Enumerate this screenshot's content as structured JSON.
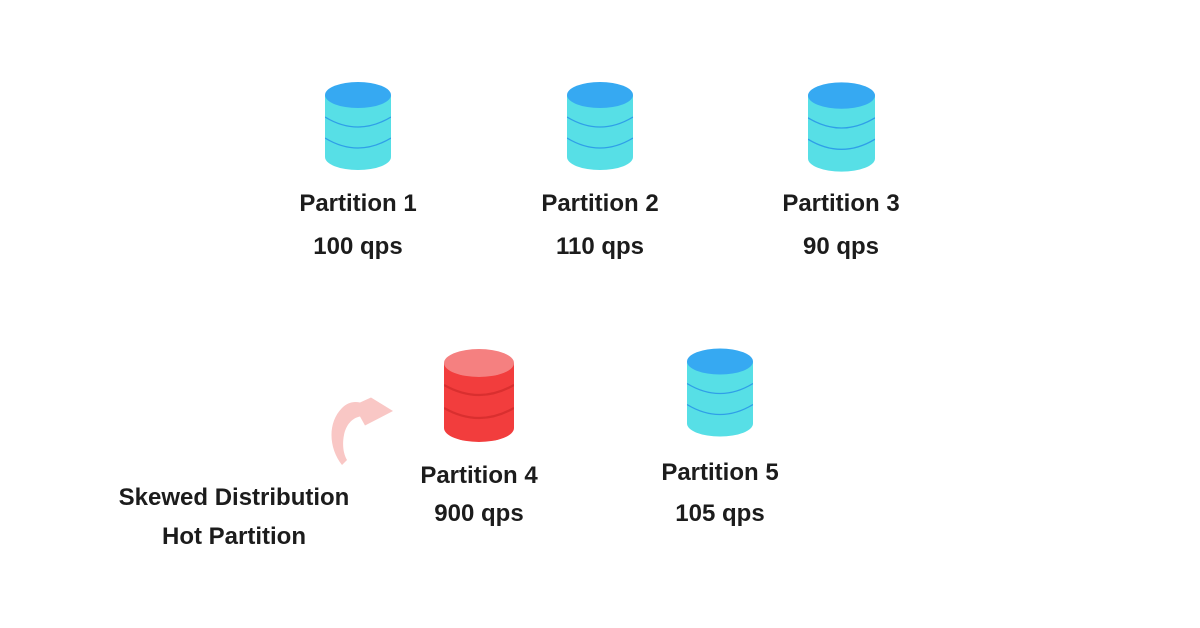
{
  "background": "#ffffff",
  "colors": {
    "partition_normal_body": "#57dfe6",
    "partition_normal_top": "#36a9f2",
    "partition_normal_line": "#2f9fe8",
    "partition_hot_body": "#f23d3d",
    "partition_hot_top": "#f58080",
    "partition_hot_line": "#d92f2f",
    "arrow": "#f9c7c5",
    "text": "#1c1c1c"
  },
  "partitions": [
    {
      "name": "Partition 1",
      "qps": "100 qps",
      "status": "normal"
    },
    {
      "name": "Partition 2",
      "qps": "110 qps",
      "status": "normal"
    },
    {
      "name": "Partition 3",
      "qps": "90 qps",
      "status": "normal"
    },
    {
      "name": "Partition 4",
      "qps": "900 qps",
      "status": "hot"
    },
    {
      "name": "Partition 5",
      "qps": "105 qps",
      "status": "normal"
    }
  ],
  "annotation": {
    "line1": "Skewed Distribution",
    "line2": "Hot Partition"
  }
}
